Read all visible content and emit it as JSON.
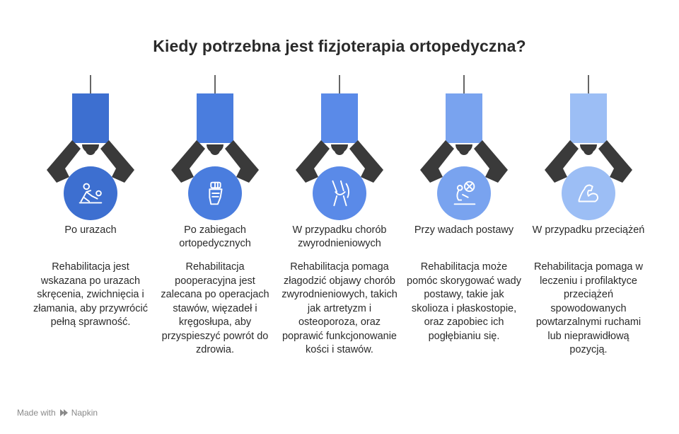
{
  "title": "Kiedy potrzebna jest fizjoterapia ortopedyczna?",
  "items": [
    {
      "heading": "Po urazach",
      "description": "Rehabilitacja jest wskazana po urazach skręcenia, zwichnięcia i złamania, aby przywrócić pełną sprawność.",
      "color": "#3d6fd0",
      "icon": "injured-person-icon"
    },
    {
      "heading": "Po zabiegach ortopedycznych",
      "description": "Rehabilitacja pooperacyjna jest zalecana po operacjach stawów, więzadeł i kręgosłupa, aby przyspieszyć powrót do zdrowia.",
      "color": "#4a7dde",
      "icon": "bandaged-hand-icon"
    },
    {
      "heading": "W przypadku chorób zwyrodnieniowych",
      "description": "Rehabilitacja pomaga złagodzić objawy chorób zwyrodnieniowych, takich jak artretyzm i osteoporoza, oraz poprawić funkcjonowanie kości i stawów.",
      "color": "#5a8ae8",
      "icon": "knee-joint-icon"
    },
    {
      "heading": "Przy wadach postawy",
      "description": "Rehabilitacja może pomóc skorygować wady postawy, takie jak skolioza i płaskostopie, oraz zapobiec ich pogłębianiu się.",
      "color": "#79a3ef",
      "icon": "bad-posture-icon"
    },
    {
      "heading": "W przypadku przeciążeń",
      "description": "Rehabilitacja pomaga w leczeniu i profilaktyce przeciążeń spowodowanych powtarzalnymi ruchami lub nieprawidłową pozycją.",
      "color": "#9cbef5",
      "icon": "flexed-arm-icon"
    }
  ],
  "footer": {
    "made_with": "Made with",
    "brand": "Napkin"
  }
}
